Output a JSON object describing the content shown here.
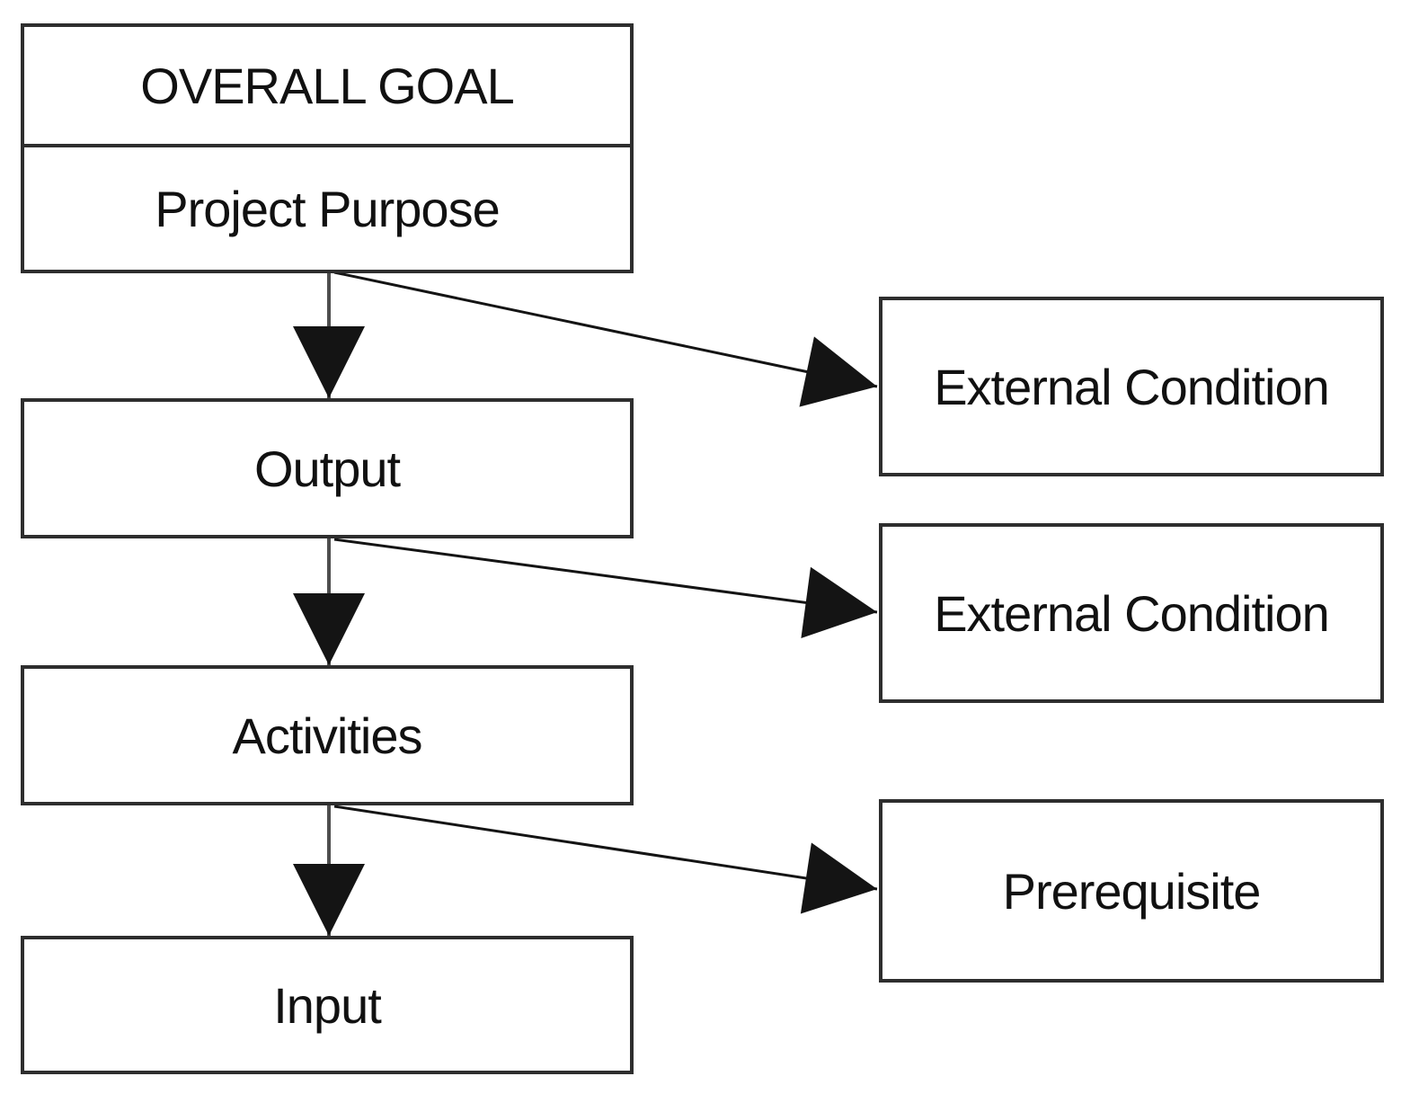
{
  "nodes": {
    "overall_goal": {
      "label": "OVERALL GOAL"
    },
    "project_purpose": {
      "label": "Project Purpose"
    },
    "output": {
      "label": "Output"
    },
    "activities": {
      "label": "Activities"
    },
    "input": {
      "label": "Input"
    },
    "external_condition_1": {
      "label": "External Condition"
    },
    "external_condition_2": {
      "label": "External Condition"
    },
    "prerequisite": {
      "label": "Prerequisite"
    }
  },
  "edges": [
    {
      "from": "project_purpose",
      "to": "output",
      "type": "vertical-arrow"
    },
    {
      "from": "project_purpose",
      "to": "external_condition_1",
      "type": "diagonal-arrow"
    },
    {
      "from": "output",
      "to": "activities",
      "type": "vertical-arrow"
    },
    {
      "from": "output",
      "to": "external_condition_2",
      "type": "diagonal-arrow"
    },
    {
      "from": "activities",
      "to": "input",
      "type": "vertical-arrow"
    },
    {
      "from": "activities",
      "to": "prerequisite",
      "type": "diagonal-arrow"
    }
  ],
  "colors": {
    "bg": "#ffffff",
    "box-fill": "#ffffff",
    "border": "#2e2e2e",
    "text": "#111111",
    "arrow": "#141414",
    "connector": "#4e4e4e"
  }
}
